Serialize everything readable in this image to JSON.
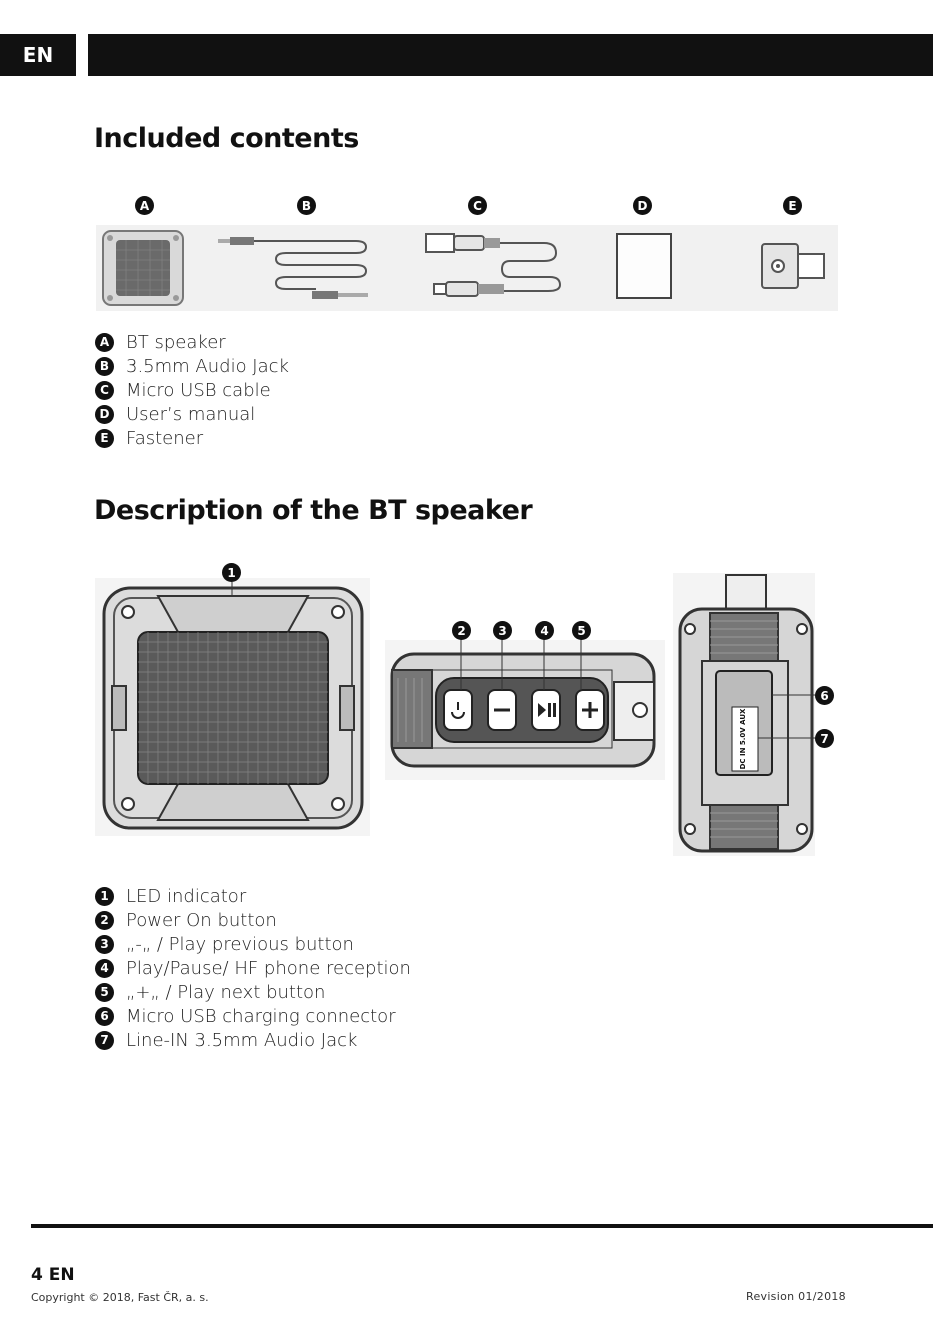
{
  "header": {
    "language_tab": "EN"
  },
  "included_contents": {
    "title": "Included contents",
    "item_markers": [
      "A",
      "B",
      "C",
      "D",
      "E"
    ],
    "items": [
      {
        "marker": "A",
        "label": "BT speaker"
      },
      {
        "marker": "B",
        "label": "3.5mm Audio Jack"
      },
      {
        "marker": "C",
        "label": "Micro USB cable"
      },
      {
        "marker": "D",
        "label": "User’s manual"
      },
      {
        "marker": "E",
        "label": "Fastener"
      }
    ]
  },
  "description": {
    "title": "Description of the BT speaker",
    "side_port_label": "DC IN 5.0V AUX",
    "parts": [
      {
        "number": "1",
        "label": "LED indicator"
      },
      {
        "number": "2",
        "label": "Power On button"
      },
      {
        "number": "3",
        "label": "„-„ / Play previous button"
      },
      {
        "number": "4",
        "label": "Play/Pause/ HF phone reception"
      },
      {
        "number": "5",
        "label": "„+„ / Play next button"
      },
      {
        "number": "6",
        "label": "Micro USB charging connector"
      },
      {
        "number": "7",
        "label": "Line-IN 3.5mm Audio Jack"
      }
    ]
  },
  "footer": {
    "page_number": "4 EN",
    "copyright": "Copyright © 2018, Fast ČR, a. s.",
    "revision": "Revision 01/2018"
  }
}
